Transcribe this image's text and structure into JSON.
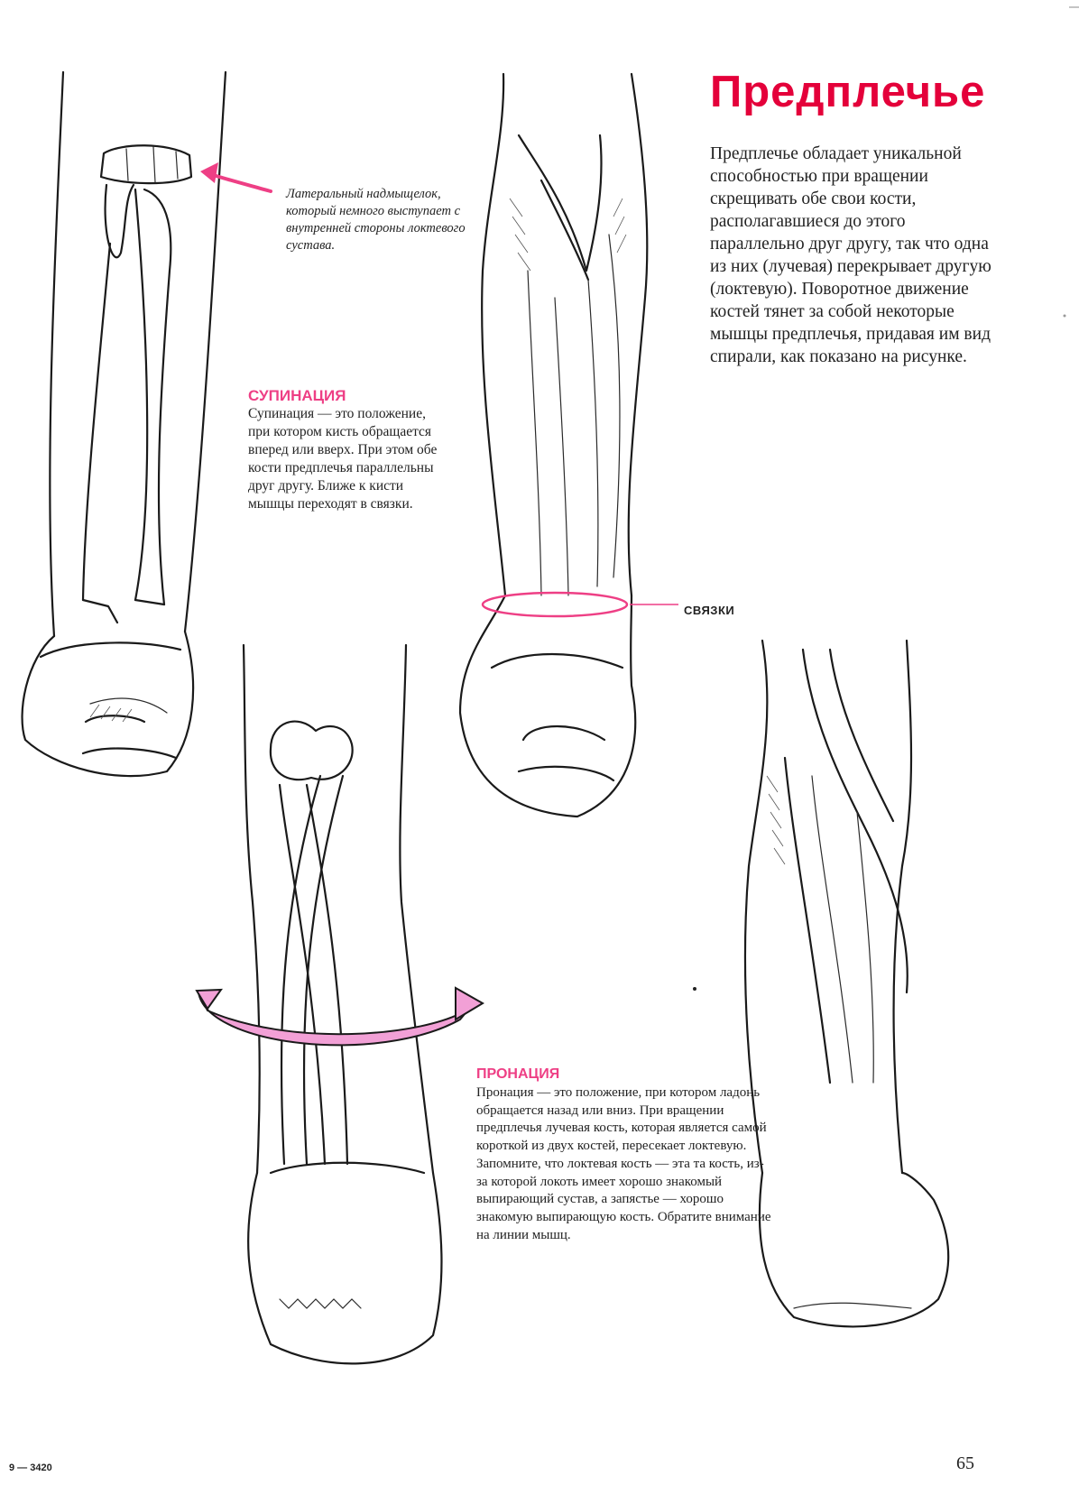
{
  "title": "Предплечье",
  "intro": "Предплечье обладает уникальной способностью при вращении скрещивать обе свои кости, располагавшиеся до этого параллельно друг другу, так что одна из них (лучевая) перекрывает другую (локтевую). Поворотное движение костей тянет за собой некоторые мышцы предплечья, придавая им вид спирали, как показано на рисунке.",
  "callout_epicondyle": "Латеральный надмыщелок, который немного выступает с внутренней стороны локтевого сустава.",
  "supination": {
    "heading": "СУПИНАЦИЯ",
    "text": "Супинация — это положение, при котором кисть обращается вперед или вверх. При этом обе кости предплечья параллельны друг другу. Ближе к кисти мышцы переходят в связки."
  },
  "ligaments_label": "СВЯЗКИ",
  "pronation": {
    "heading": "ПРОНАЦИЯ",
    "text": "Пронация — это положение, при котором ладонь обращается назад или вниз. При вращении предплечья лучевая кость, которая является самой короткой из двух костей, пересекает локтевую. Запомните, что локтевая кость — эта та кость, из-за которой локоть имеет хорошо знакомый выпирающий сустав, а запястье — хорошо знакомую выпирающую кость. Обратите внимание на линии мышц."
  },
  "footer_code": "9 — 3420",
  "page_number": "65",
  "colors": {
    "accent": "#e4003a",
    "highlight": "#ee3f85",
    "arrow_fill": "#f2a0d6"
  }
}
